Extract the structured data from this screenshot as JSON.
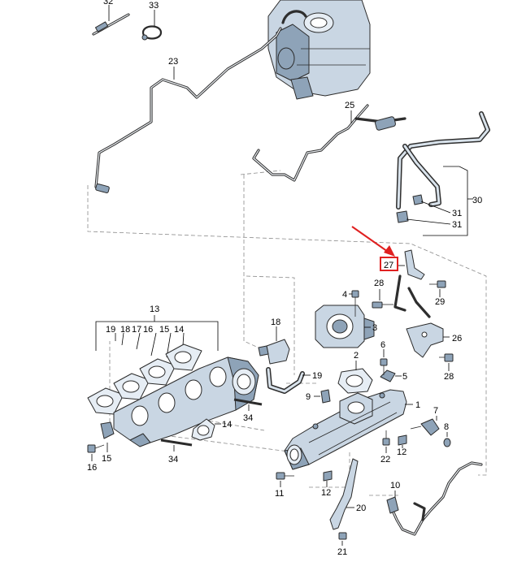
{
  "callouts": {
    "p1": "1",
    "p2": "2",
    "p3": "3",
    "p4": "4",
    "p5": "5",
    "p6": "6",
    "p7": "7",
    "p8": "8",
    "p9": "9",
    "p10": "10",
    "p11": "11",
    "p12a": "12",
    "p12b": "12",
    "p13": "13",
    "p14a": "14",
    "p14b": "14",
    "p15a": "15",
    "p15b": "15",
    "p16a": "16",
    "p16b": "16",
    "p17": "17",
    "p18a": "18",
    "p18b": "18",
    "p19a": "19",
    "p19b": "19",
    "p20": "20",
    "p21": "21",
    "p22": "22",
    "p23": "23",
    "p25": "25",
    "p26": "26",
    "p27": "27",
    "p28a": "28",
    "p28b": "28",
    "p29": "29",
    "p30": "30",
    "p31a": "31",
    "p31b": "31",
    "p32": "32",
    "p33": "33",
    "p34a": "34",
    "p34b": "34"
  },
  "highlight": {
    "target": "27",
    "arrow_color": "#e02020",
    "box_color": "#e02020"
  },
  "colors": {
    "part_fill": "#c9d6e3",
    "part_dark": "#8ea3b8",
    "line": "#2b2b2b",
    "dash_line": "#8a8a8a"
  }
}
